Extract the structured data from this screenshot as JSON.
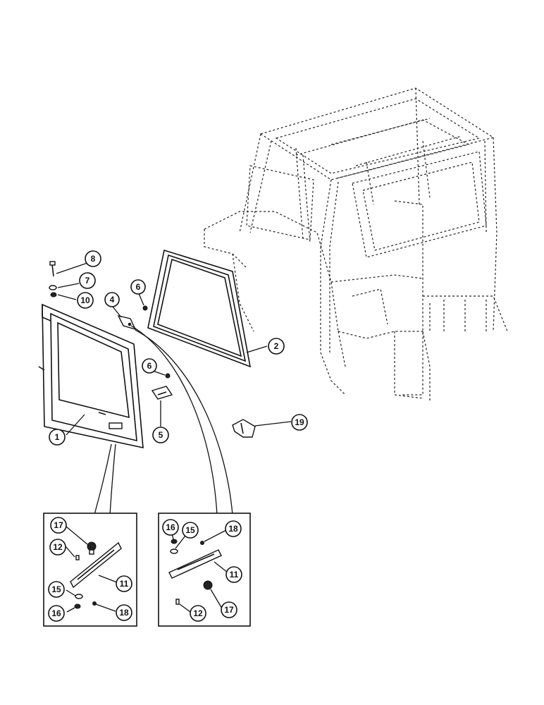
{
  "callouts": [
    {
      "id": "c1",
      "label": "1"
    },
    {
      "id": "c2",
      "label": "2"
    },
    {
      "id": "c4",
      "label": "4"
    },
    {
      "id": "c5",
      "label": "5"
    },
    {
      "id": "c6a",
      "label": "6"
    },
    {
      "id": "c6b",
      "label": "6"
    },
    {
      "id": "c7",
      "label": "7"
    },
    {
      "id": "c8",
      "label": "8"
    },
    {
      "id": "c10",
      "label": "10"
    },
    {
      "id": "c19",
      "label": "19"
    },
    {
      "id": "d17",
      "label": "17"
    },
    {
      "id": "d12",
      "label": "12"
    },
    {
      "id": "d11",
      "label": "11"
    },
    {
      "id": "d15",
      "label": "15"
    },
    {
      "id": "d16",
      "label": "16"
    },
    {
      "id": "d18",
      "label": "18"
    },
    {
      "id": "e16",
      "label": "16"
    },
    {
      "id": "e15",
      "label": "15"
    },
    {
      "id": "e18",
      "label": "18"
    },
    {
      "id": "e11",
      "label": "11"
    },
    {
      "id": "e17",
      "label": "17"
    },
    {
      "id": "e12",
      "label": "12"
    }
  ]
}
